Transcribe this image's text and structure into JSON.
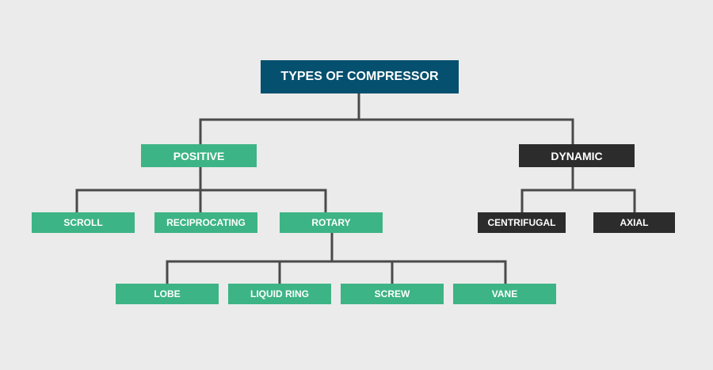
{
  "root": {
    "label": "TYPES OF COMPRESSOR"
  },
  "positive": {
    "label": "POSITIVE",
    "children": [
      "SCROLL",
      "RECIPROCATING",
      "ROTARY"
    ]
  },
  "rotary": {
    "children": [
      "LOBE",
      "LIQUID RING",
      "SCREW",
      "VANE"
    ]
  },
  "dynamic": {
    "label": "DYNAMIC",
    "children": [
      "CENTRIFUGAL",
      "AXIAL"
    ]
  },
  "colors": {
    "background": "#ebebeb",
    "root": "#04506e",
    "positive_branch": "#3db485",
    "dynamic_branch": "#2c2c2c",
    "connector": "#4a4a4a",
    "text": "#ffffff"
  }
}
